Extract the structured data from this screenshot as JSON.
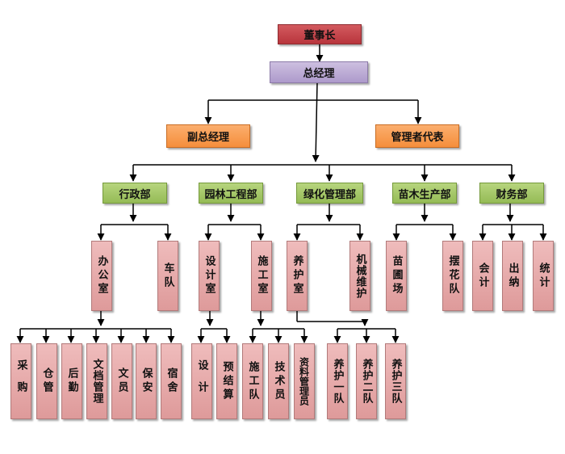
{
  "colors": {
    "chairman": "#c0444a",
    "gm": "#b9a7d3",
    "deputy": "#f79a4c",
    "dept": "#a3c766",
    "unit": "#e6aaaa",
    "line": "#000000"
  },
  "nodes": {
    "chairman": "董事长",
    "gm": "总经理",
    "deputy_gm": "副总经理",
    "mgmt_rep": "管理者代表",
    "admin": "行政部",
    "garden": "园林工程部",
    "green": "绿化管理部",
    "nursery": "苗木生产部",
    "finance": "财务部",
    "office": "办公室",
    "motorcade": "车队",
    "design_room": "设计室",
    "construction_room": "施工室",
    "maint_room": "养护室",
    "mech": "机械维护",
    "nursery_yard": "苗圃场",
    "flower_team": "摆花队",
    "accounting": "会计",
    "cashier": "出纳",
    "stats": "统计",
    "procure": "采购",
    "warehouse": "仓管",
    "logistics": "后勤",
    "docs": "文档管理",
    "clerk": "文员",
    "security": "保安",
    "dorm": "宿舍",
    "design": "设计",
    "budget": "预结算",
    "crew": "施工队",
    "tech": "技术员",
    "archive": "资料管理员",
    "team1": "养护一队",
    "team2": "养护二队",
    "team3": "养护三队"
  }
}
